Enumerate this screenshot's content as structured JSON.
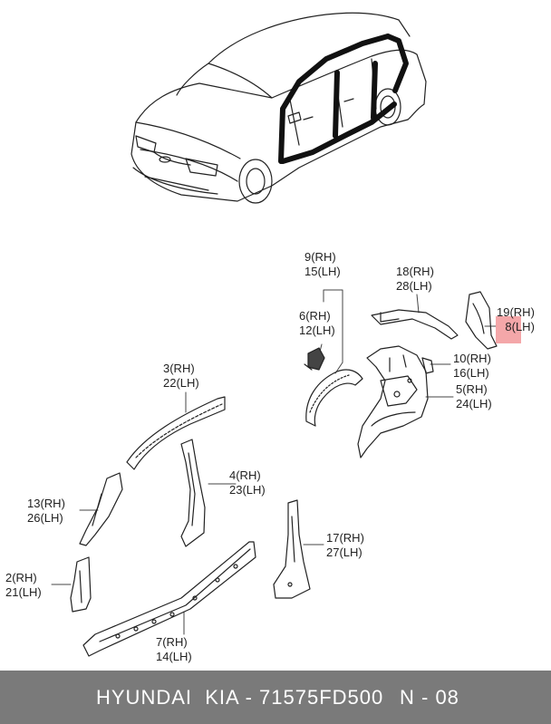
{
  "callouts": [
    {
      "id": "c9-15",
      "lines": [
        "9(RH)",
        "15(LH)"
      ]
    },
    {
      "id": "c18-28",
      "lines": [
        "18(RH)",
        "28(LH)"
      ]
    },
    {
      "id": "c6-12",
      "lines": [
        "6(RH)",
        "12(LH)"
      ]
    },
    {
      "id": "c19-8",
      "lines": [
        "19(RH)",
        "8(LH)"
      ]
    },
    {
      "id": "c10-16",
      "lines": [
        "10(RH)",
        "16(LH)"
      ]
    },
    {
      "id": "c5-24",
      "lines": [
        "5(RH)",
        "24(LH)"
      ]
    },
    {
      "id": "c3-22",
      "lines": [
        "3(RH)",
        "22(LH)"
      ]
    },
    {
      "id": "c4-23",
      "lines": [
        "4(RH)",
        "23(LH)"
      ]
    },
    {
      "id": "c13-26",
      "lines": [
        "13(RH)",
        "26(LH)"
      ]
    },
    {
      "id": "c17-27",
      "lines": [
        "17(RH)",
        "27(LH)"
      ]
    },
    {
      "id": "c2-21",
      "lines": [
        "2(RH)",
        "21(LH)"
      ]
    },
    {
      "id": "c7-14",
      "lines": [
        "7(RH)",
        "14(LH)"
      ]
    }
  ],
  "footer": {
    "brand_part": "HYUNDAI  KIA - 71575FD500",
    "page_code": "N - 08"
  },
  "colors": {
    "highlight": "#f2989a",
    "footer_bg": "#7a7a7a"
  }
}
